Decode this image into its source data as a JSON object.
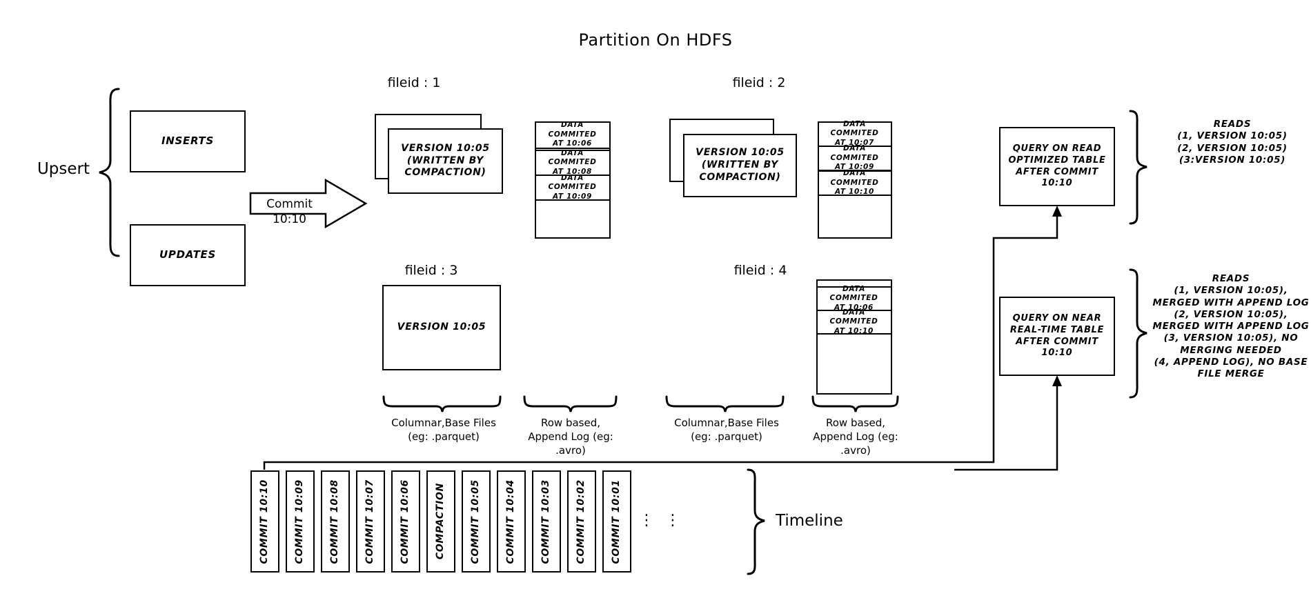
{
  "title": "Partition On HDFS",
  "left": {
    "upsert_label": "Upsert",
    "inserts_label": "INSERTS",
    "updates_label": "UPDATES",
    "commit_arrow_label": "Commit 10:10"
  },
  "file_groups": [
    {
      "id": "fg1",
      "caption": "fileid : 1",
      "base_file_text": "VERSION 10:05\n(WRITTEN BY\nCOMPACTION)",
      "base_file_line1": "VERSION 10:05",
      "base_file_line2": "(WRITTEN BY",
      "base_file_line3": "COMPACTION)",
      "stacked": true,
      "log_entries": [
        "DATA COMMITED\nAT 10:06",
        "DATA COMMITED\nAT 10:08",
        "DATA COMMITED\nAT 10:09"
      ]
    },
    {
      "id": "fg2",
      "caption": "fileid : 2",
      "base_file_line1": "VERSION 10:05",
      "base_file_line2": "(WRITTEN BY",
      "base_file_line3": "COMPACTION)",
      "stacked": true,
      "log_entries": [
        "DATA COMMITED\nAT 10:07",
        "DATA COMMITED\nAT 10:09",
        "DATA COMMITED\nAT 10:10"
      ]
    },
    {
      "id": "fg3",
      "caption": "fileid : 3",
      "base_file_line1": "VERSION 10:05",
      "stacked": false,
      "log_entries": []
    },
    {
      "id": "fg4",
      "caption": "fileid : 4",
      "base_file_line1": "",
      "stacked": false,
      "log_entries": [
        "DATA COMMITED\nAT 10:06",
        "DATA COMMITED\nAT 10:10"
      ]
    }
  ],
  "log_entry_text": {
    "fg1": [
      {
        "l1": "DATA COMMITED",
        "l2": "AT 10:06"
      },
      {
        "l1": "DATA COMMITED",
        "l2": "AT 10:08"
      },
      {
        "l1": "DATA COMMITED",
        "l2": "AT 10:09"
      }
    ],
    "fg2": [
      {
        "l1": "DATA COMMITED",
        "l2": "AT 10:07"
      },
      {
        "l1": "DATA COMMITED",
        "l2": "AT 10:09"
      },
      {
        "l1": "DATA COMMITED",
        "l2": "AT 10:10"
      }
    ],
    "fg4": [
      {
        "l1": "DATA COMMITED",
        "l2": "AT 10:06"
      },
      {
        "l1": "DATA COMMITED",
        "l2": "AT 10:10"
      }
    ]
  },
  "captions": {
    "columnar_left_l1": "Columnar,Base Files",
    "columnar_left_l2": "(eg: .parquet)",
    "rowlog_left_l1": "Row based,",
    "rowlog_left_l2": "Append Log  (eg:",
    "rowlog_left_l3": ".avro)",
    "columnar_right_l1": "Columnar,Base Files",
    "columnar_right_l2": "(eg: .parquet)",
    "rowlog_right_l1": "Row based,",
    "rowlog_right_l2": "Append Log  (eg:",
    "rowlog_right_l3": ".avro)"
  },
  "queries": {
    "read_optimized": {
      "l1": "QUERY ON READ",
      "l2": "OPTIMIZED TABLE",
      "l3": "AFTER COMMIT",
      "l4": "10:10"
    },
    "near_realtime": {
      "l1": "QUERY ON NEAR",
      "l2": "REAL-TIME TABLE",
      "l3": "AFTER COMMIT",
      "l4": "10:10"
    }
  },
  "reads_top": {
    "heading": "READS",
    "lines": [
      "(1, VERSION 10:05)",
      "(2, VERSION 10:05)",
      "(3:VERSION 10:05)"
    ]
  },
  "reads_bottom": {
    "heading": "READS",
    "lines": [
      "(1, VERSION 10:05),",
      "MERGED WITH APPEND LOG",
      "(2, VERSION 10:05),",
      "MERGED WITH APPEND LOG",
      "(3, VERSION 10:05), NO",
      "MERGING NEEDED",
      "(4, APPEND LOG), NO BASE",
      "FILE MERGE"
    ]
  },
  "timeline": {
    "label": "Timeline",
    "ellipsis": "⋮",
    "items": [
      "COMMIT  10:10",
      "COMMIT  10:09",
      "COMMIT  10:08",
      "COMMIT  10:07",
      "COMMIT  10:06",
      "COMPACTION",
      "COMMIT  10:05",
      "COMMIT  10:04",
      "COMMIT  10:03",
      "COMMIT  10:02",
      "COMMIT  10:01"
    ]
  },
  "colors": {
    "stroke": "#000000",
    "background": "#ffffff"
  }
}
